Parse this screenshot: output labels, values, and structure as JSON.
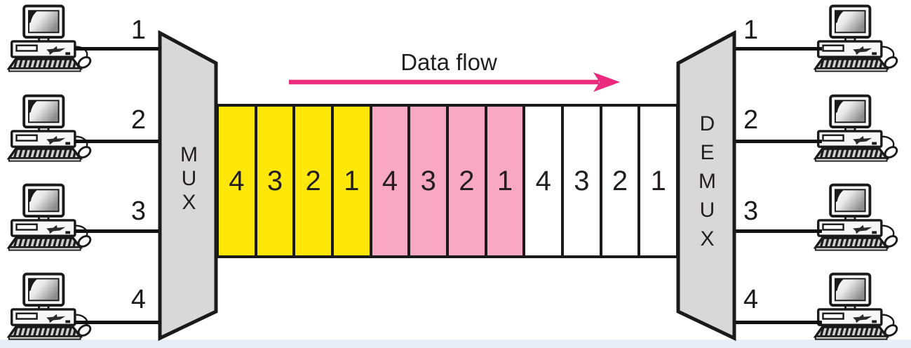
{
  "diagram": {
    "data_flow_label": "Data flow",
    "mux_label": "MUX",
    "demux_label": "DEMUX",
    "mux_inputs": [
      "1",
      "2",
      "3",
      "4"
    ],
    "demux_outputs": [
      "1",
      "2",
      "3",
      "4"
    ],
    "channel": {
      "frames": [
        {
          "name": "frame-yellow",
          "color": "#FFE70A",
          "slots": [
            "4",
            "3",
            "2",
            "1"
          ]
        },
        {
          "name": "frame-pink",
          "color": "#F9A8C4",
          "slots": [
            "4",
            "3",
            "2",
            "1"
          ]
        },
        {
          "name": "frame-white",
          "color": "#FFFFFF",
          "slots": [
            "4",
            "3",
            "2",
            "1"
          ]
        }
      ]
    },
    "colors": {
      "arrow": "#EC2A7D",
      "trapezoid_fill": "#D8D8D8",
      "outline": "#1A1A1A",
      "footer_strip": "#E8EEF7"
    }
  }
}
